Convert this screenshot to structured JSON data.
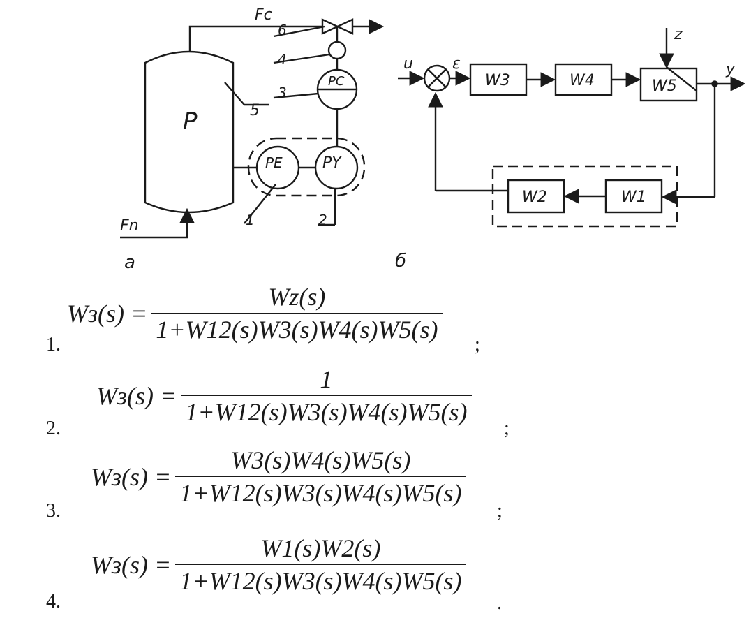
{
  "diagram_a": {
    "vessel_label": "P",
    "vessel_callout": "5",
    "flow_top": "Fc",
    "flow_bottom": "Fn",
    "valve_callout": "6",
    "actuator_callout": "4",
    "controller_label": "PC",
    "controller_callout": "3",
    "transmitter_label": "PE",
    "transmitter_callout": "1",
    "regulator_label": "PY",
    "regulator_callout": "2",
    "caption": "а"
  },
  "diagram_b": {
    "input_label": "u",
    "error_label": "ε",
    "disturbance_label": "z",
    "output_label": "y",
    "blocks": {
      "w3": "W3",
      "w4": "W4",
      "w5": "W5",
      "w2": "W2",
      "w1": "W1"
    },
    "caption": "б"
  },
  "options": [
    {
      "number": "1.",
      "lhs": "Wз(s) =",
      "numerator": "Wz(s)",
      "denominator": "1+W12(s)W3(s)W4(s)W5(s)",
      "end": ";"
    },
    {
      "number": "2.",
      "lhs": "Wз(s) =",
      "numerator": "1",
      "denominator": "1+W12(s)W3(s)W4(s)W5(s)",
      "end": ";"
    },
    {
      "number": "3.",
      "lhs": "Wз(s) =",
      "numerator": "W3(s)W4(s)W5(s)",
      "denominator": "1+W12(s)W3(s)W4(s)W5(s)",
      "end": ";"
    },
    {
      "number": "4.",
      "lhs": "Wз(s) =",
      "numerator": "W1(s)W2(s)",
      "denominator": "1+W12(s)W3(s)W4(s)W5(s)",
      "end": "."
    }
  ]
}
